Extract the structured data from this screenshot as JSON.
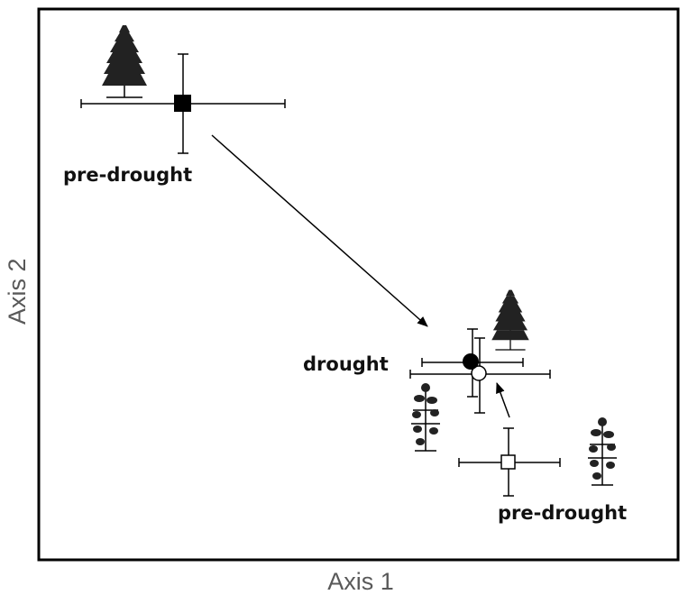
{
  "labels": {
    "pre_drought_1": "pre-drought",
    "drought": "drought",
    "pre_drought_2": "pre-drought"
  },
  "axes": {
    "x": "Axis 1",
    "y": "Axis 2"
  },
  "icons": {
    "tree_1": "conifer-tree-icon",
    "tree_2": "conifer-tree-icon",
    "tree_3": "sapling-icon",
    "tree_4": "sapling-icon"
  },
  "colors": {
    "frame": "#000000",
    "axis_title": "#595959"
  }
}
